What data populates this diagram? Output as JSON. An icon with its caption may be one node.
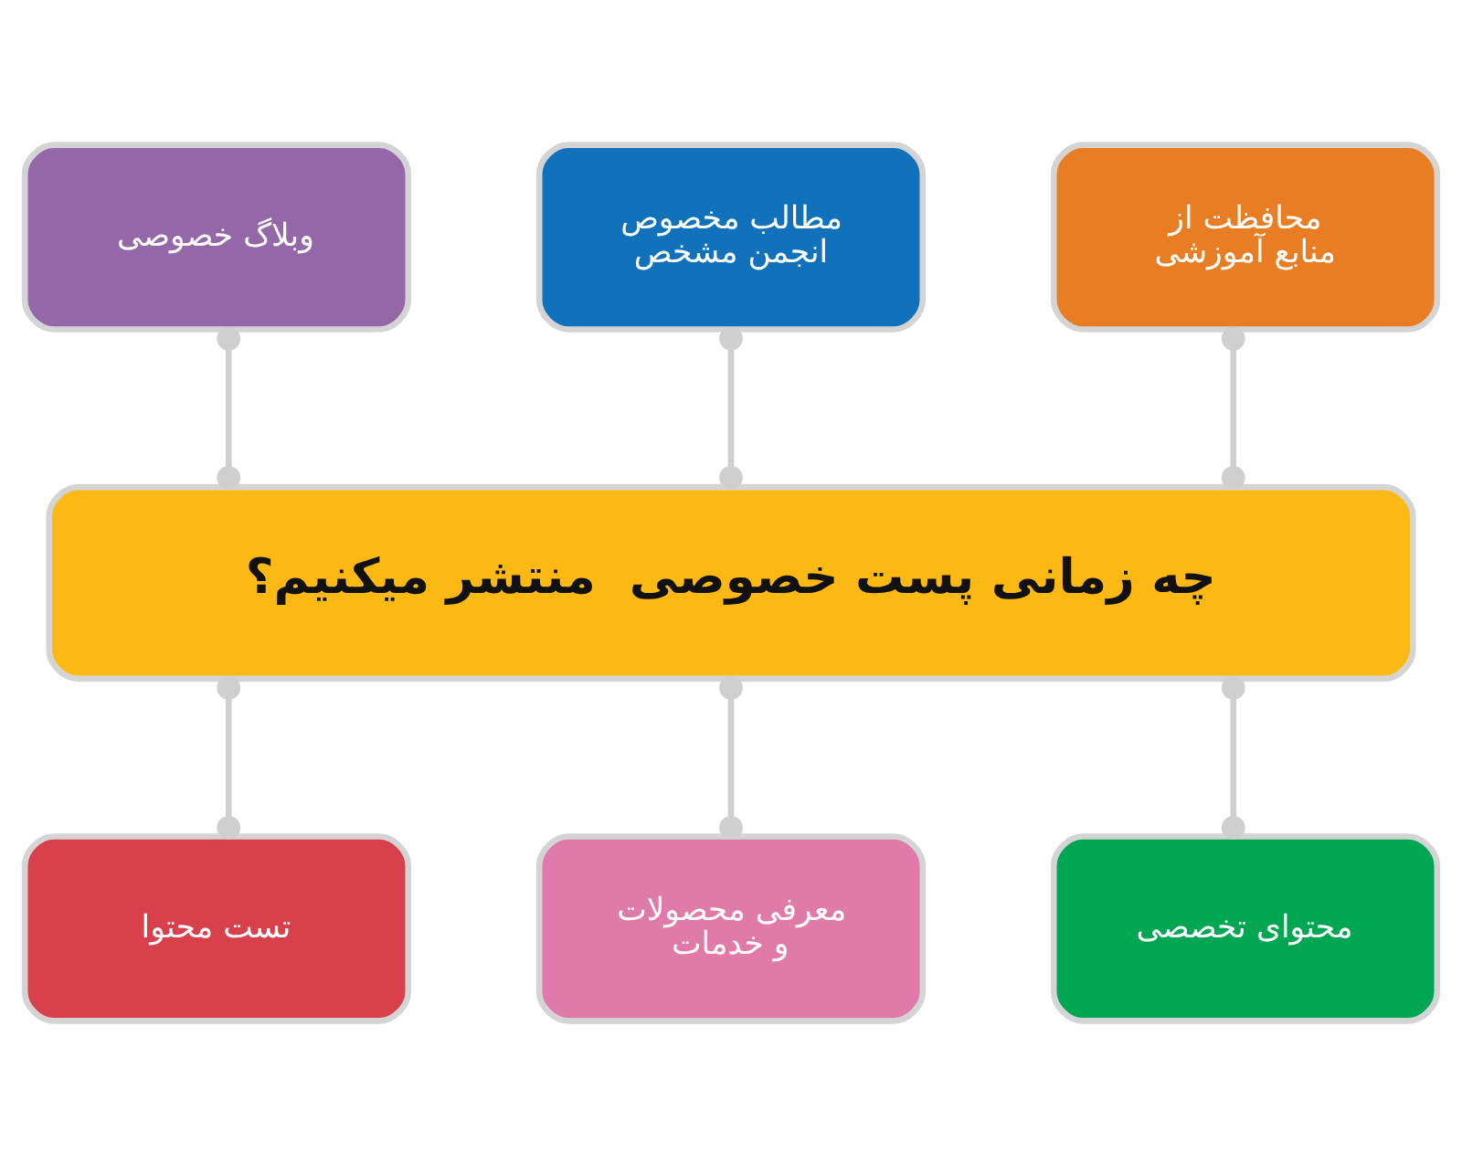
{
  "diagram": {
    "nodes": [
      {
        "text": [
          "محافظت از منابع آموزشی"
        ]
      },
      {
        "text": [
          "مطالب مخصوص انجمن مشخص"
        ]
      },
      {
        "text": [
          "وبلاگ خصوصی"
        ]
      },
      {
        "text": [
          "چه زمانی پست خصوصی  منتشر میکنیم؟"
        ]
      },
      {
        "text": [
          "محتوای تخصصی"
        ]
      },
      {
        "text": [
          "معرفی محصولات و خدمات"
        ]
      },
      {
        "text": [
          "تست محتوا"
        ]
      }
    ],
    "edges": [
      {
        "from": 0,
        "to": 3,
        "arrow": "other"
      },
      {
        "from": 1,
        "to": 3,
        "arrow": "other"
      },
      {
        "from": 2,
        "to": 3,
        "arrow": "other"
      },
      {
        "from": 3,
        "to": 4,
        "arrow": "other"
      },
      {
        "from": 3,
        "to": 5,
        "arrow": "other"
      },
      {
        "from": 3,
        "to": 6,
        "arrow": "other"
      }
    ]
  }
}
